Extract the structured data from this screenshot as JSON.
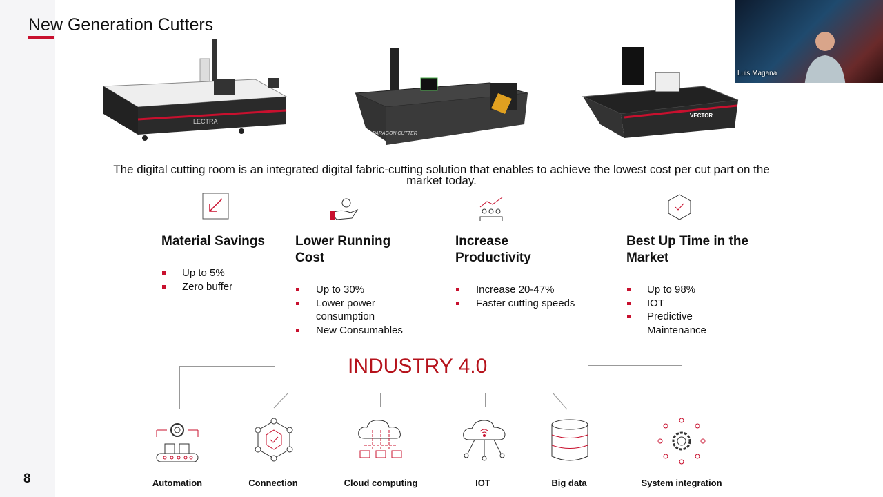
{
  "slide": {
    "title": "New Generation Cutters",
    "page_number": "8",
    "description": "The digital cutting room is an integrated digital fabric-cutting solution that enables to achieve the lowest cost per cut part on the market today.",
    "machines": [
      {
        "brand": "LECTRA"
      },
      {
        "brand": "PARAGON CUTTER"
      },
      {
        "brand": "VECTOR"
      }
    ],
    "features": [
      {
        "title": "Material Savings",
        "icon": "arrow-down-left-icon",
        "bullets": [
          "Up to 5%",
          "Zero buffer"
        ]
      },
      {
        "title": "Lower Running Cost",
        "icon": "hand-coin-icon",
        "bullets": [
          "Up  to 30%",
          "Lower power consumption",
          "New Consumables"
        ]
      },
      {
        "title": "Increase Productivity",
        "icon": "team-growth-icon",
        "bullets": [
          "Increase 20-47%",
          "Faster cutting speeds"
        ]
      },
      {
        "title": "Best Up Time in the Market",
        "icon": "network-check-icon",
        "bullets": [
          "Up to 98%",
          "IOT",
          "Predictive Maintenance"
        ]
      }
    ],
    "industry": {
      "title": "INDUSTRY 4.0",
      "items": [
        {
          "label": "Automation",
          "icon": "automation-icon"
        },
        {
          "label": "Connection",
          "icon": "connection-icon"
        },
        {
          "label": "Cloud computing",
          "icon": "cloud-computing-icon"
        },
        {
          "label": "IOT",
          "icon": "iot-cloud-icon"
        },
        {
          "label": "Big data",
          "icon": "database-icon"
        },
        {
          "label": "System integration",
          "icon": "gear-network-icon"
        }
      ]
    }
  },
  "video": {
    "participant_name": "Luis Magana"
  },
  "colors": {
    "accent": "#c8102e"
  }
}
